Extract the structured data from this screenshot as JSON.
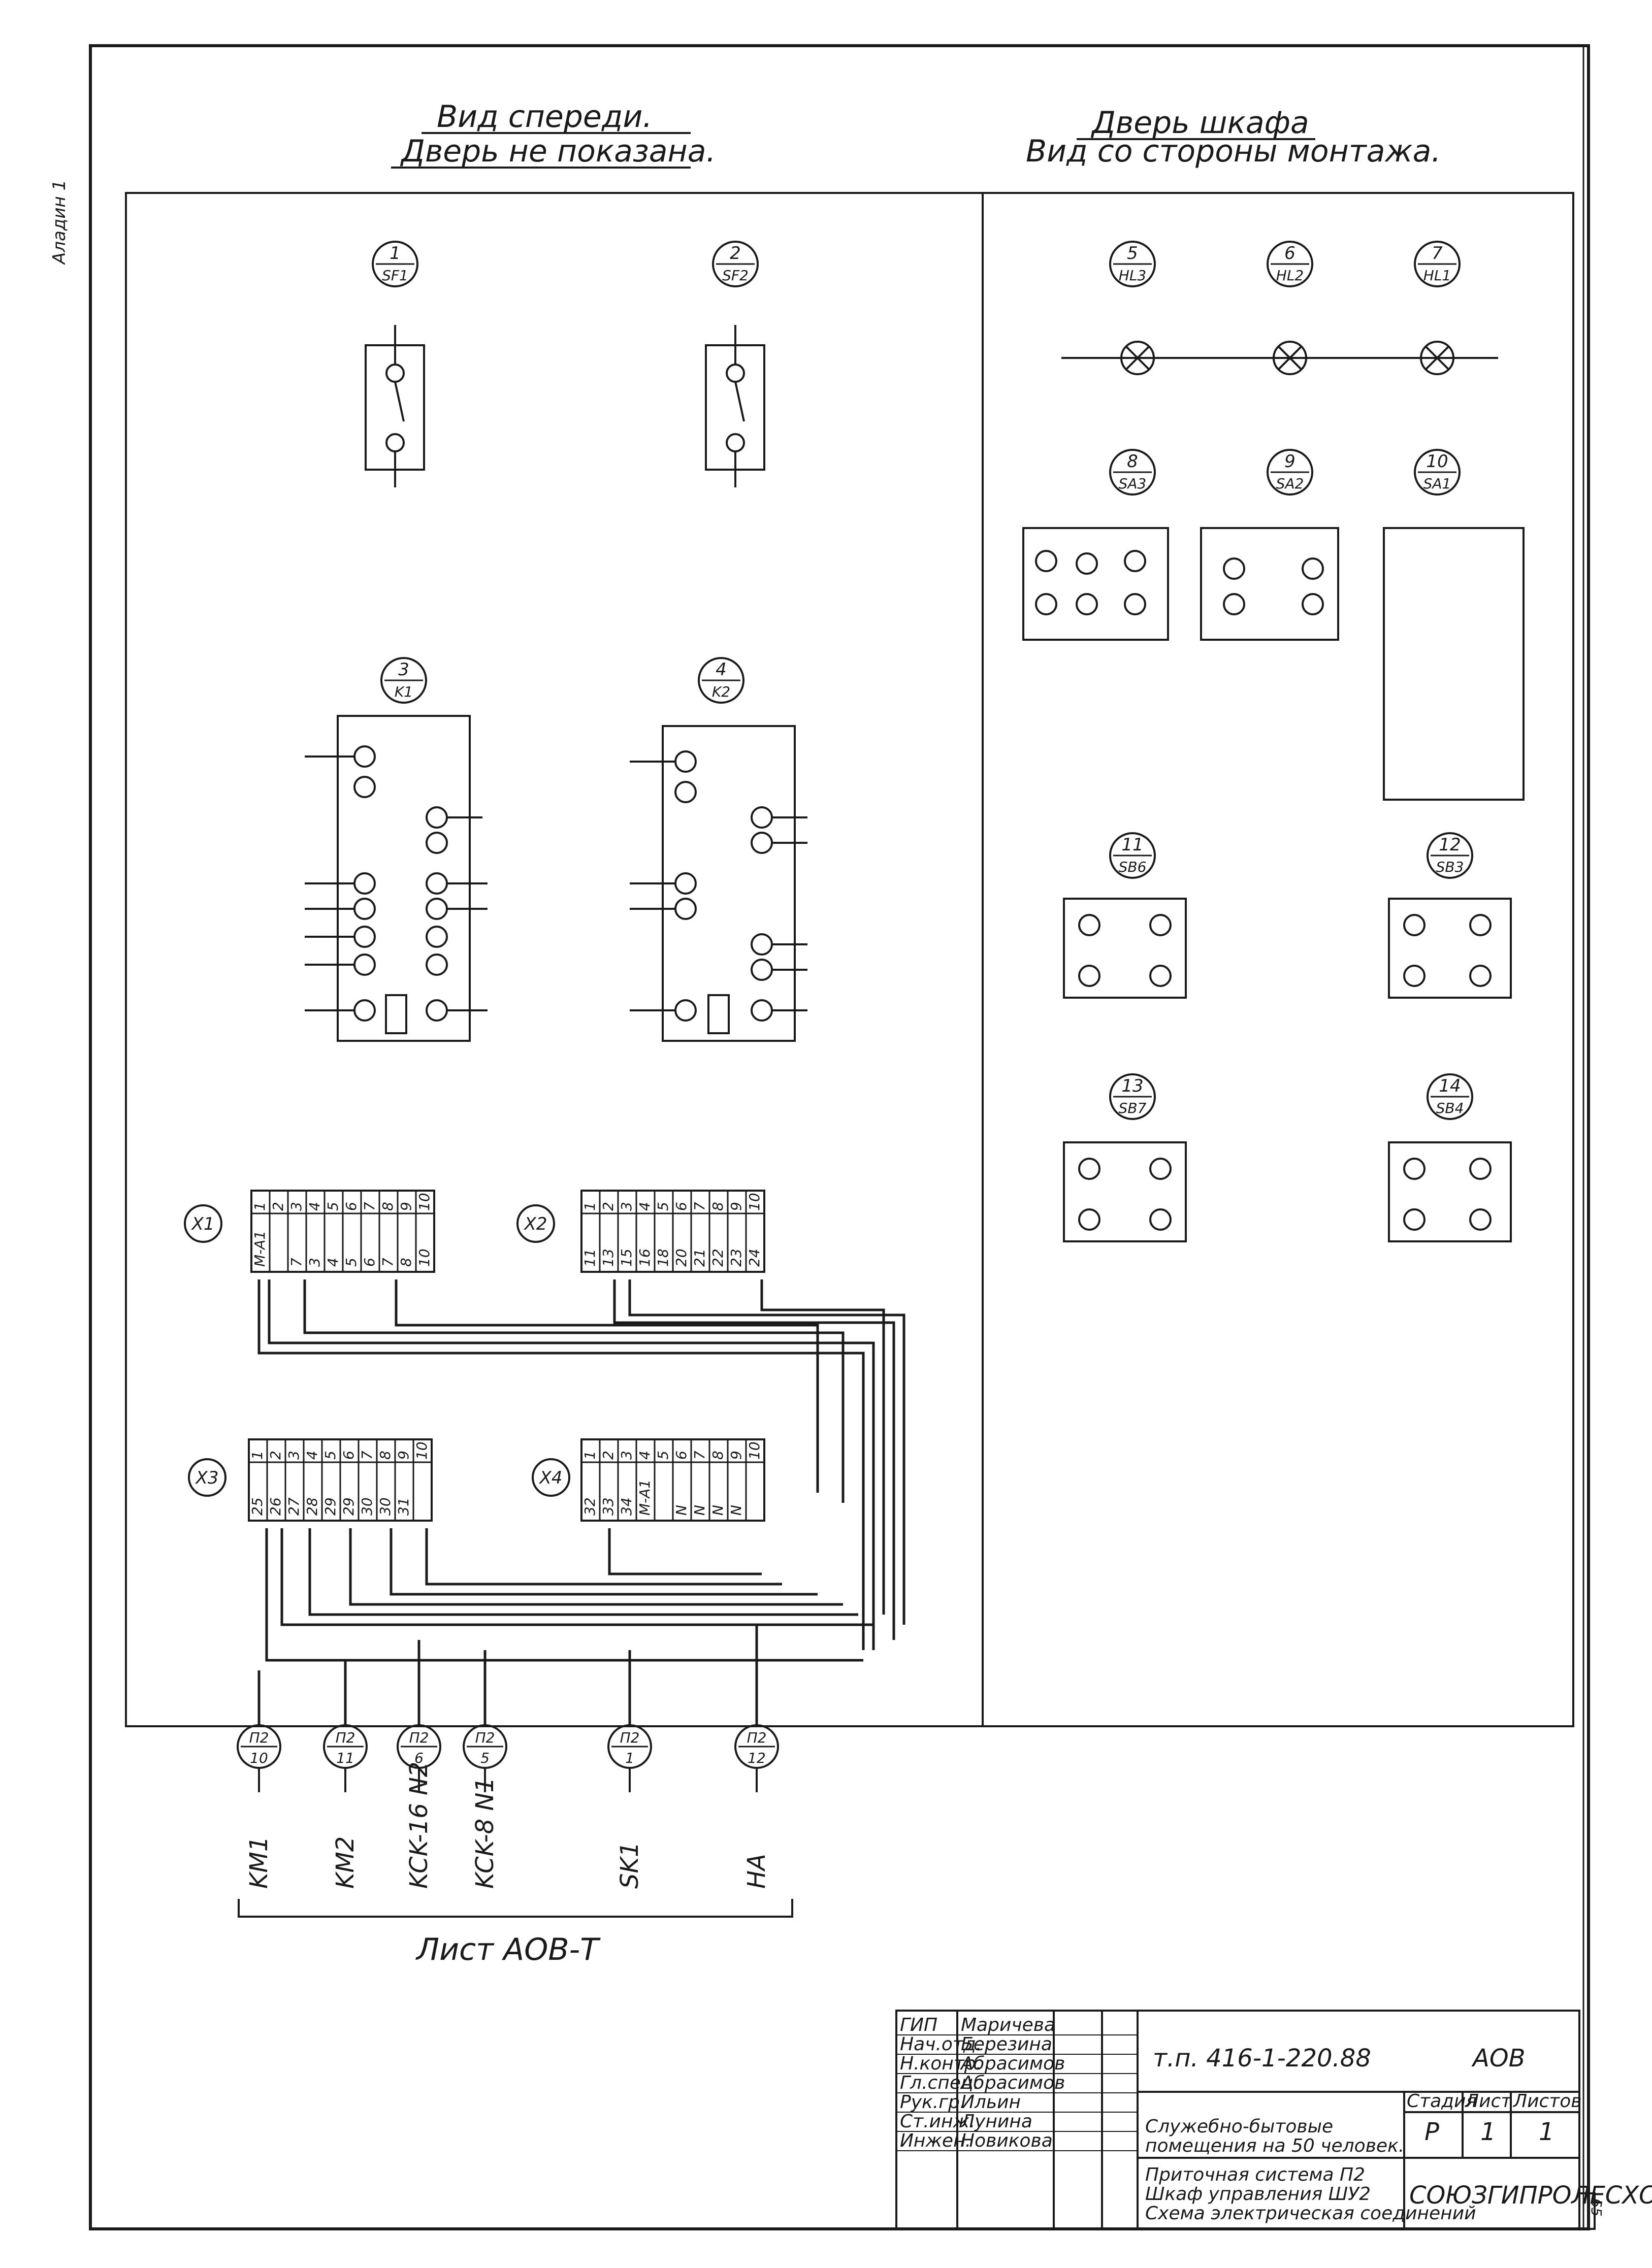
{
  "side_label": "Аладин 1",
  "headings": {
    "front_title": "Вид спереди.",
    "front_subtitle": "Дверь не показана.",
    "door_title": "Дверь шкафа",
    "door_subtitle": "Вид со стороны монтажа."
  },
  "bubbles": [
    {
      "num": "1",
      "tag": "SF1"
    },
    {
      "num": "2",
      "tag": "SF2"
    },
    {
      "num": "3",
      "tag": "K1"
    },
    {
      "num": "4",
      "tag": "K2"
    },
    {
      "num": "5",
      "tag": "HL3"
    },
    {
      "num": "6",
      "tag": "HL2"
    },
    {
      "num": "7",
      "tag": "HL1"
    },
    {
      "num": "8",
      "tag": "SA3"
    },
    {
      "num": "9",
      "tag": "SA2"
    },
    {
      "num": "10",
      "tag": "SA1"
    },
    {
      "num": "11",
      "tag": "SB6"
    },
    {
      "num": "12",
      "tag": "SB3"
    },
    {
      "num": "13",
      "tag": "SB7"
    },
    {
      "num": "14",
      "tag": "SB4"
    }
  ],
  "terminal_blocks": [
    {
      "tag": "X1",
      "top": [
        "1",
        "2",
        "3",
        "4",
        "5",
        "6",
        "7",
        "8",
        "9",
        "10"
      ],
      "wires": [
        "М-А1",
        "",
        "7",
        "3",
        "4",
        "5",
        "6",
        "7",
        "8",
        "10"
      ]
    },
    {
      "tag": "X2",
      "top": [
        "1",
        "2",
        "3",
        "4",
        "5",
        "6",
        "7",
        "8",
        "9",
        "10"
      ],
      "wires": [
        "11",
        "13",
        "15",
        "16",
        "18",
        "20",
        "21",
        "22",
        "23",
        "24"
      ]
    },
    {
      "tag": "X3",
      "top": [
        "1",
        "2",
        "3",
        "4",
        "5",
        "6",
        "7",
        "8",
        "9",
        "10"
      ],
      "wires": [
        "25",
        "26",
        "27",
        "28",
        "29",
        "29",
        "30",
        "30",
        "31",
        ""
      ]
    },
    {
      "tag": "X4",
      "top": [
        "1",
        "2",
        "3",
        "4",
        "5",
        "6",
        "7",
        "8",
        "9",
        "10"
      ],
      "wires": [
        "32",
        "33",
        "34",
        "М-А1",
        "",
        "N",
        "N",
        "N",
        "N",
        ""
      ]
    }
  ],
  "external": [
    {
      "cable": "П2",
      "num": "10",
      "device": "KM1"
    },
    {
      "cable": "П2",
      "num": "11",
      "device": "KM2"
    },
    {
      "cable": "П2",
      "num": "6",
      "device": "KCK-16 N2"
    },
    {
      "cable": "П2",
      "num": "5",
      "device": "KCK-8 N1"
    },
    {
      "cable": "П2",
      "num": "1",
      "device": "SK1"
    },
    {
      "cable": "П2",
      "num": "12",
      "device": "HA"
    }
  ],
  "sheet_ref": "Лист АОВ-Т",
  "title_block": {
    "staff": [
      {
        "role": "ГИП",
        "name": "Маричева"
      },
      {
        "role": "Нач.отд.",
        "name": "Березина"
      },
      {
        "role": "Н.контр.",
        "name": "Абрасимов"
      },
      {
        "role": "Гл.спец.",
        "name": "Абрасимов"
      },
      {
        "role": "Рук.гр.",
        "name": "Ильин"
      },
      {
        "role": "Ст.инж.",
        "name": "Лунина"
      },
      {
        "role": "Инжен.",
        "name": "Новикова"
      }
    ],
    "doc_number": "т.п. 416-1-220.88",
    "mark": "АОВ",
    "object_line1": "Служебно-бытовые",
    "object_line2": "помещения на 50 человек.",
    "stage_label": "Стадия",
    "sheet_label": "Лист",
    "sheets_label": "Листов",
    "stage": "Р",
    "sheet": "1",
    "sheets": "1",
    "desc_line1": "Приточная система П2",
    "desc_line2": "Шкаф управления ШУ2",
    "desc_line3": "Схема электрическая соединений",
    "org": "СОЮЗГИПРОЛЕСХОЗ",
    "edge_number": "65"
  }
}
